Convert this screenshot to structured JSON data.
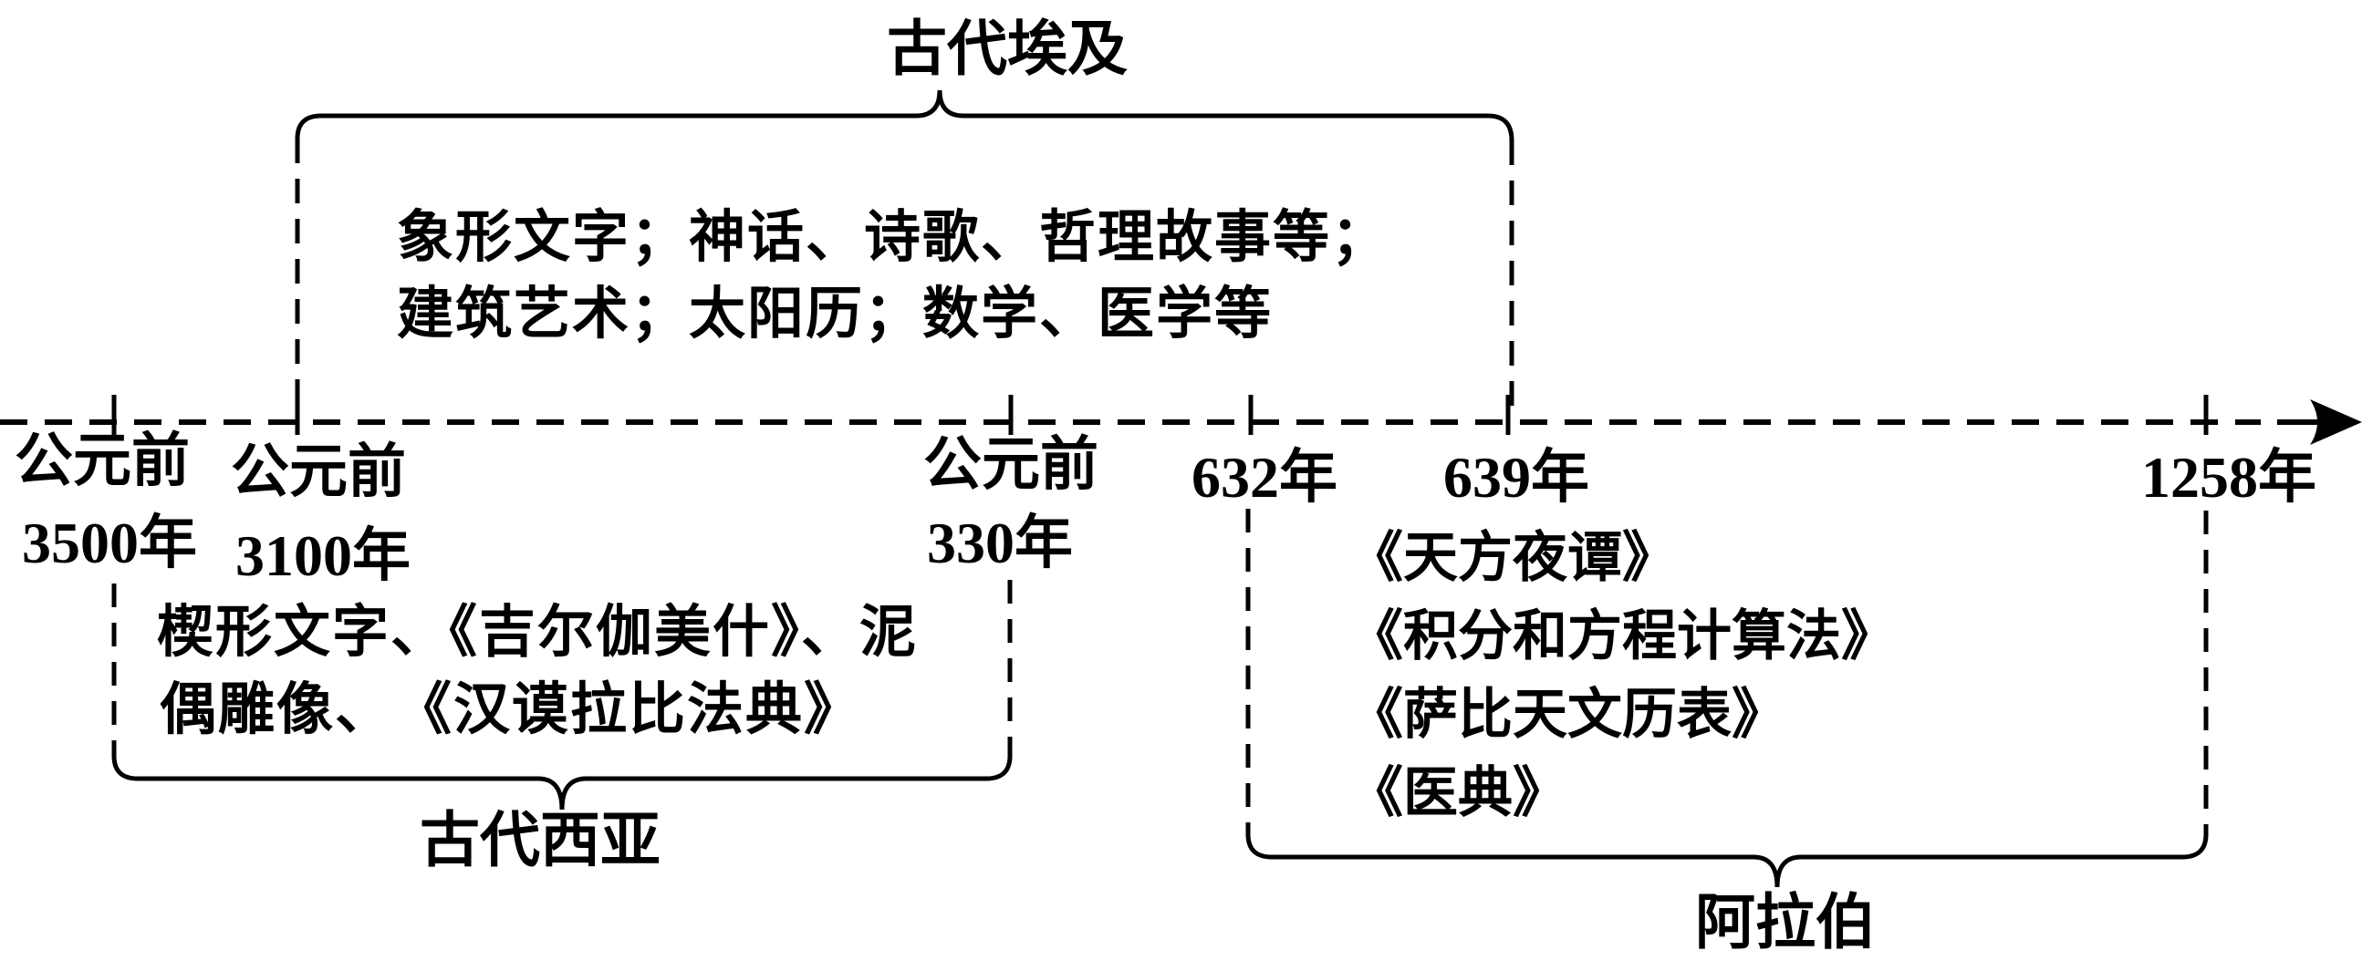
{
  "diagram": {
    "egypt": {
      "label": "古代埃及",
      "content_line1": "象形文字；神话、诗歌、哲理故事等；",
      "content_line2": "建筑艺术；太阳历；数学、医学等"
    },
    "west_asia": {
      "label": "古代西亚",
      "content_line1": "楔形文字、《吉尔伽美什》、泥",
      "content_line2": "偶雕像、　《汉谟拉比法典》"
    },
    "arab": {
      "label": "阿拉伯",
      "books": [
        "《天方夜谭》",
        "《积分和方程计算法》",
        "《萨比天文历表》",
        "《医典》"
      ]
    },
    "timeline": {
      "ticks": [
        {
          "label_line1": "公元前",
          "label_line2": "3500年"
        },
        {
          "label_line1": "公元前",
          "label_line2": "3100年"
        },
        {
          "label_line1": "公元前",
          "label_line2": "330年"
        },
        {
          "label_line1": "632年"
        },
        {
          "label_line1": "639年"
        },
        {
          "label_line1": "1258年"
        }
      ]
    },
    "colors": {
      "ink": "#000000",
      "background": "#ffffff"
    }
  }
}
